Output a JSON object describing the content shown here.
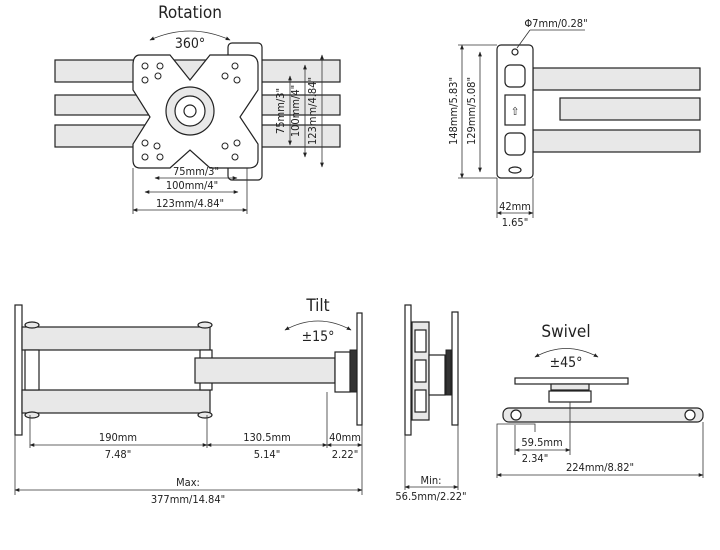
{
  "rotation": {
    "title": "Rotation",
    "angle": "360°"
  },
  "vesa": {
    "d75": "75mm/3\"",
    "d100": "100mm/4\"",
    "d123": "123mm/4.84\"",
    "v75": "75mm/3\"",
    "v100": "100mm/4\"",
    "v123": "123mm/4.84\""
  },
  "wallplate": {
    "hole": "Φ7mm/0.28\"",
    "h148": "148mm/5.83\"",
    "h129": "129mm/5.08\"",
    "w_mm": "42mm",
    "w_in": "1.65\""
  },
  "tilt": {
    "title": "Tilt",
    "angle": "±15°",
    "seg1_mm": "190mm",
    "seg1_in": "7.48\"",
    "seg2_mm": "130.5mm",
    "seg2_in": "5.14\"",
    "seg3_mm": "40mm",
    "seg3_in": "2.22\"",
    "max_label": "Max:",
    "max_value": "377mm/14.84\""
  },
  "folded": {
    "min_label": "Min:",
    "min_value": "56.5mm/2.22\""
  },
  "swivel": {
    "title": "Swivel",
    "angle": "±45°",
    "offset_mm": "59.5mm",
    "offset_in": "2.34\"",
    "length": "224mm/8.82\""
  }
}
